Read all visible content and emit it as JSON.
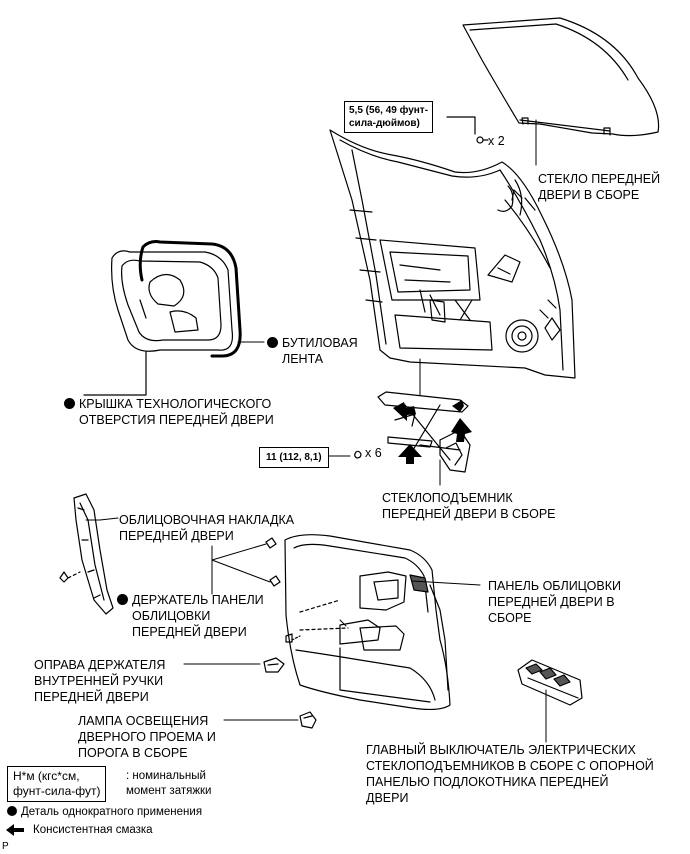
{
  "labels": {
    "glass": [
      "СТЕКЛО ПЕРЕДНЕЙ",
      "ДВЕРИ В СБОРЕ"
    ],
    "butyl": [
      "БУТИЛОВАЯ",
      "ЛЕНТА"
    ],
    "hole_cover": [
      "КРЫШКА ТЕХНОЛОГИЧЕСКОГО",
      "ОТВЕРСТИЯ ПЕРЕДНЕЙ ДВЕРИ"
    ],
    "regulator": [
      "СТЕКЛОПОДЪЕМНИК",
      "ПЕРЕДНЕЙ ДВЕРИ В СБОРЕ"
    ],
    "garnish": [
      "ОБЛИЦОВОЧНАЯ НАКЛАДКА",
      "ПЕРЕДНЕЙ ДВЕРИ"
    ],
    "clip": [
      "ДЕРЖАТЕЛЬ ПАНЕЛИ",
      "ОБЛИЦОВКИ",
      "ПЕРЕДНЕЙ ДВЕРИ"
    ],
    "trim_panel": [
      "ПАНЕЛЬ ОБЛИЦОВКИ",
      "ПЕРЕДНЕЙ ДВЕРИ В",
      "СБОРЕ"
    ],
    "handle_bezel": [
      "ОПРАВА ДЕРЖАТЕЛЯ",
      "ВНУТРЕННЕЙ РУЧКИ",
      "ПЕРЕДНЕЙ ДВЕРИ"
    ],
    "courtesy_lamp": [
      "ЛАМПА ОСВЕЩЕНИЯ",
      "ДВЕРНОГО ПРОЕМА И",
      "ПОРОГА В СБОРЕ"
    ],
    "master_switch": [
      "ГЛАВНЫЙ ВЫКЛЮЧАТЕЛЬ ЭЛЕКТРИЧЕСКИХ",
      "СТЕКЛОПОДЪЕМНИКОВ В СБОРЕ С ОПОРНОЙ",
      "ПАНЕЛЬЮ ПОДЛОКОТНИКА ПЕРЕДНЕЙ",
      "ДВЕРИ"
    ]
  },
  "torque": {
    "glass_bolts": [
      "5,5 (56, 49 фунт-",
      "сила-дюймов)"
    ],
    "glass_qty": "x 2",
    "regulator_bolts": "11 (112, 8,1)",
    "regulator_qty": "x 6"
  },
  "legend": {
    "units": [
      "Н*м (кгс*см,",
      "фунт-сила-фут)"
    ],
    "units_desc": [
      ": номинальный",
      "момент затяжки"
    ],
    "single_use": "Деталь однократного применения",
    "grease": "Консистентная смазка",
    "code": "P"
  }
}
